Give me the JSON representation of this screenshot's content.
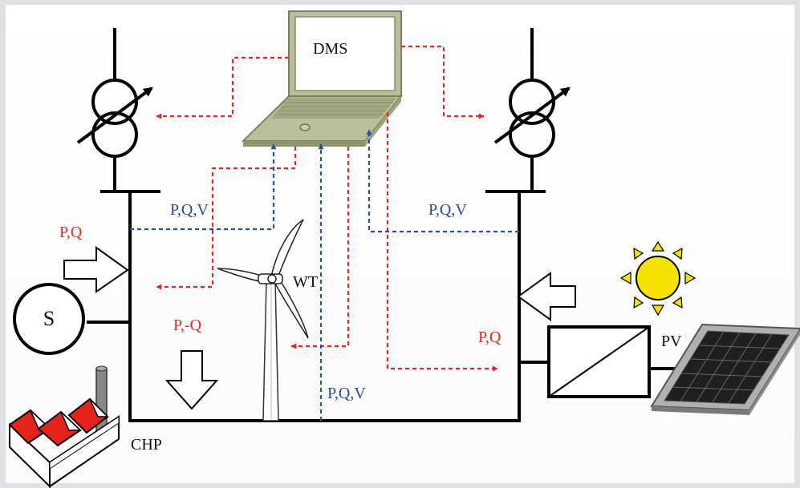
{
  "labels": {
    "dms": "DMS",
    "pqv_left": "P,Q,V",
    "pqv_right": "P,Q,V",
    "pqv_bottom": "P,Q,V",
    "pq_left": "P,Q",
    "p_neg_q": "P,-Q",
    "pq_right": "P,Q",
    "wt": "WT",
    "pv": "PV",
    "s": "S",
    "chp": "CHP"
  },
  "colors": {
    "background": "#dfe1e4",
    "panel": "#ffffff",
    "control_signal": "#e8261d",
    "measurement_signal": "#2052a8",
    "laptop_body": "#b9bf98",
    "sun": "#f6e200",
    "factory_roof": "#e3231c"
  },
  "icons": [
    "laptop-icon",
    "transformer-icon",
    "wind-turbine-icon",
    "sun-icon",
    "solar-panel-icon",
    "inverter-icon",
    "generator-icon",
    "factory-icon",
    "arrow-icon"
  ]
}
